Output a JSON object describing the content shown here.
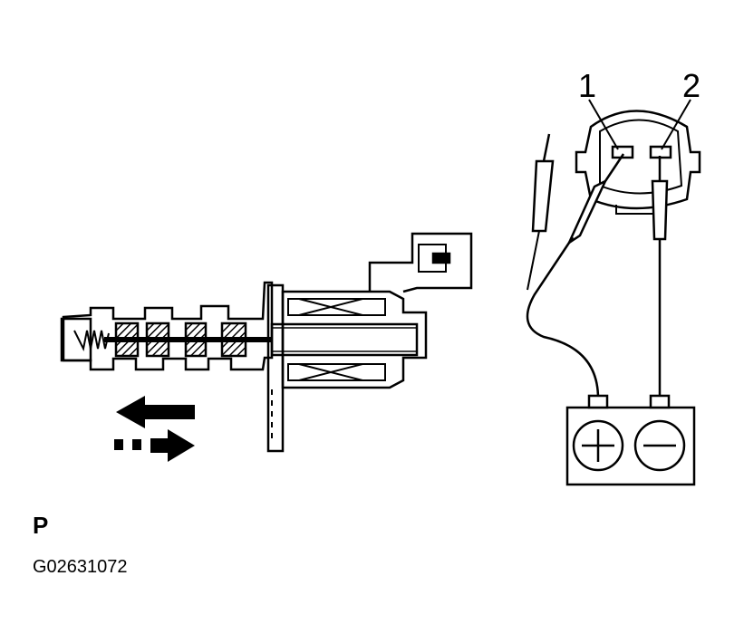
{
  "labels": {
    "pin1": "1",
    "pin2": "2",
    "view_letter": "P",
    "figure_code": "G02631072"
  },
  "icons": {
    "plus": "plus-sign",
    "minus": "minus-sign"
  },
  "colors": {
    "ink": "#000000",
    "paper": "#ffffff"
  }
}
